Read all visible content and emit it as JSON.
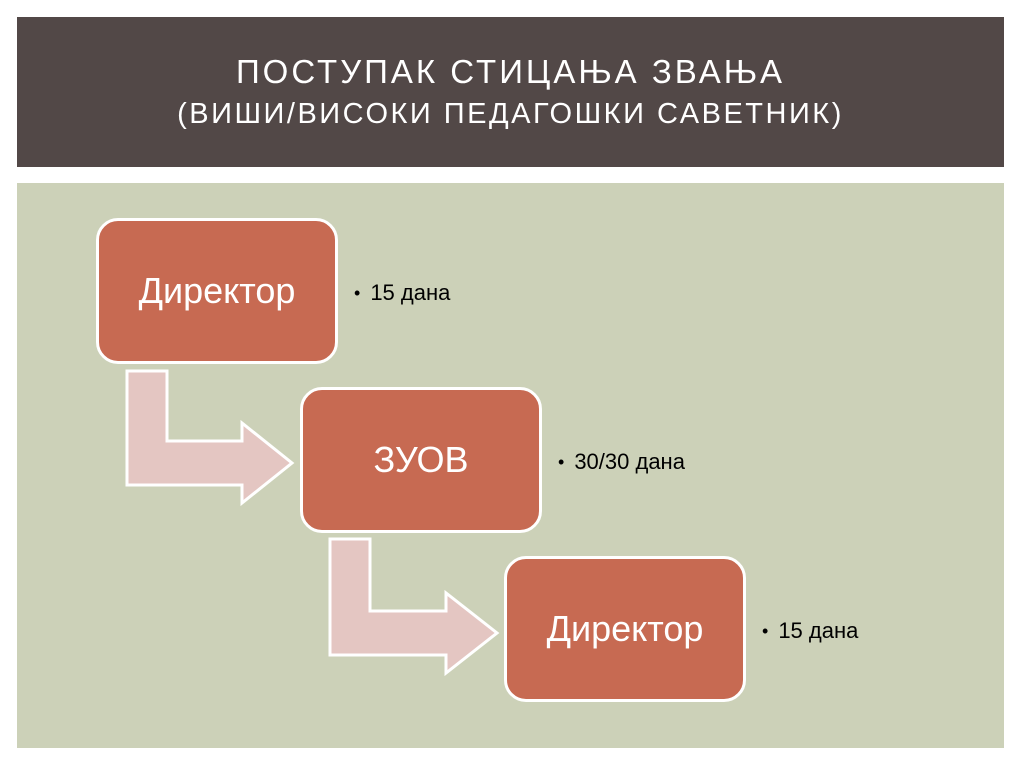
{
  "title": {
    "line1": "Поступак стицања звања",
    "line2": "(виши/високи педагошки саветник)"
  },
  "steps": [
    {
      "label": "Директор",
      "bullet": "15 дана"
    },
    {
      "label": "ЗУОВ",
      "bullet": "30/30 дана"
    },
    {
      "label": "Директор",
      "bullet": "15 дана"
    }
  ],
  "colors": {
    "title_bg": "#524847",
    "content_bg": "#ccd1b8",
    "box_fill": "#c76a52",
    "arrow_fill": "#e4c6c2"
  }
}
